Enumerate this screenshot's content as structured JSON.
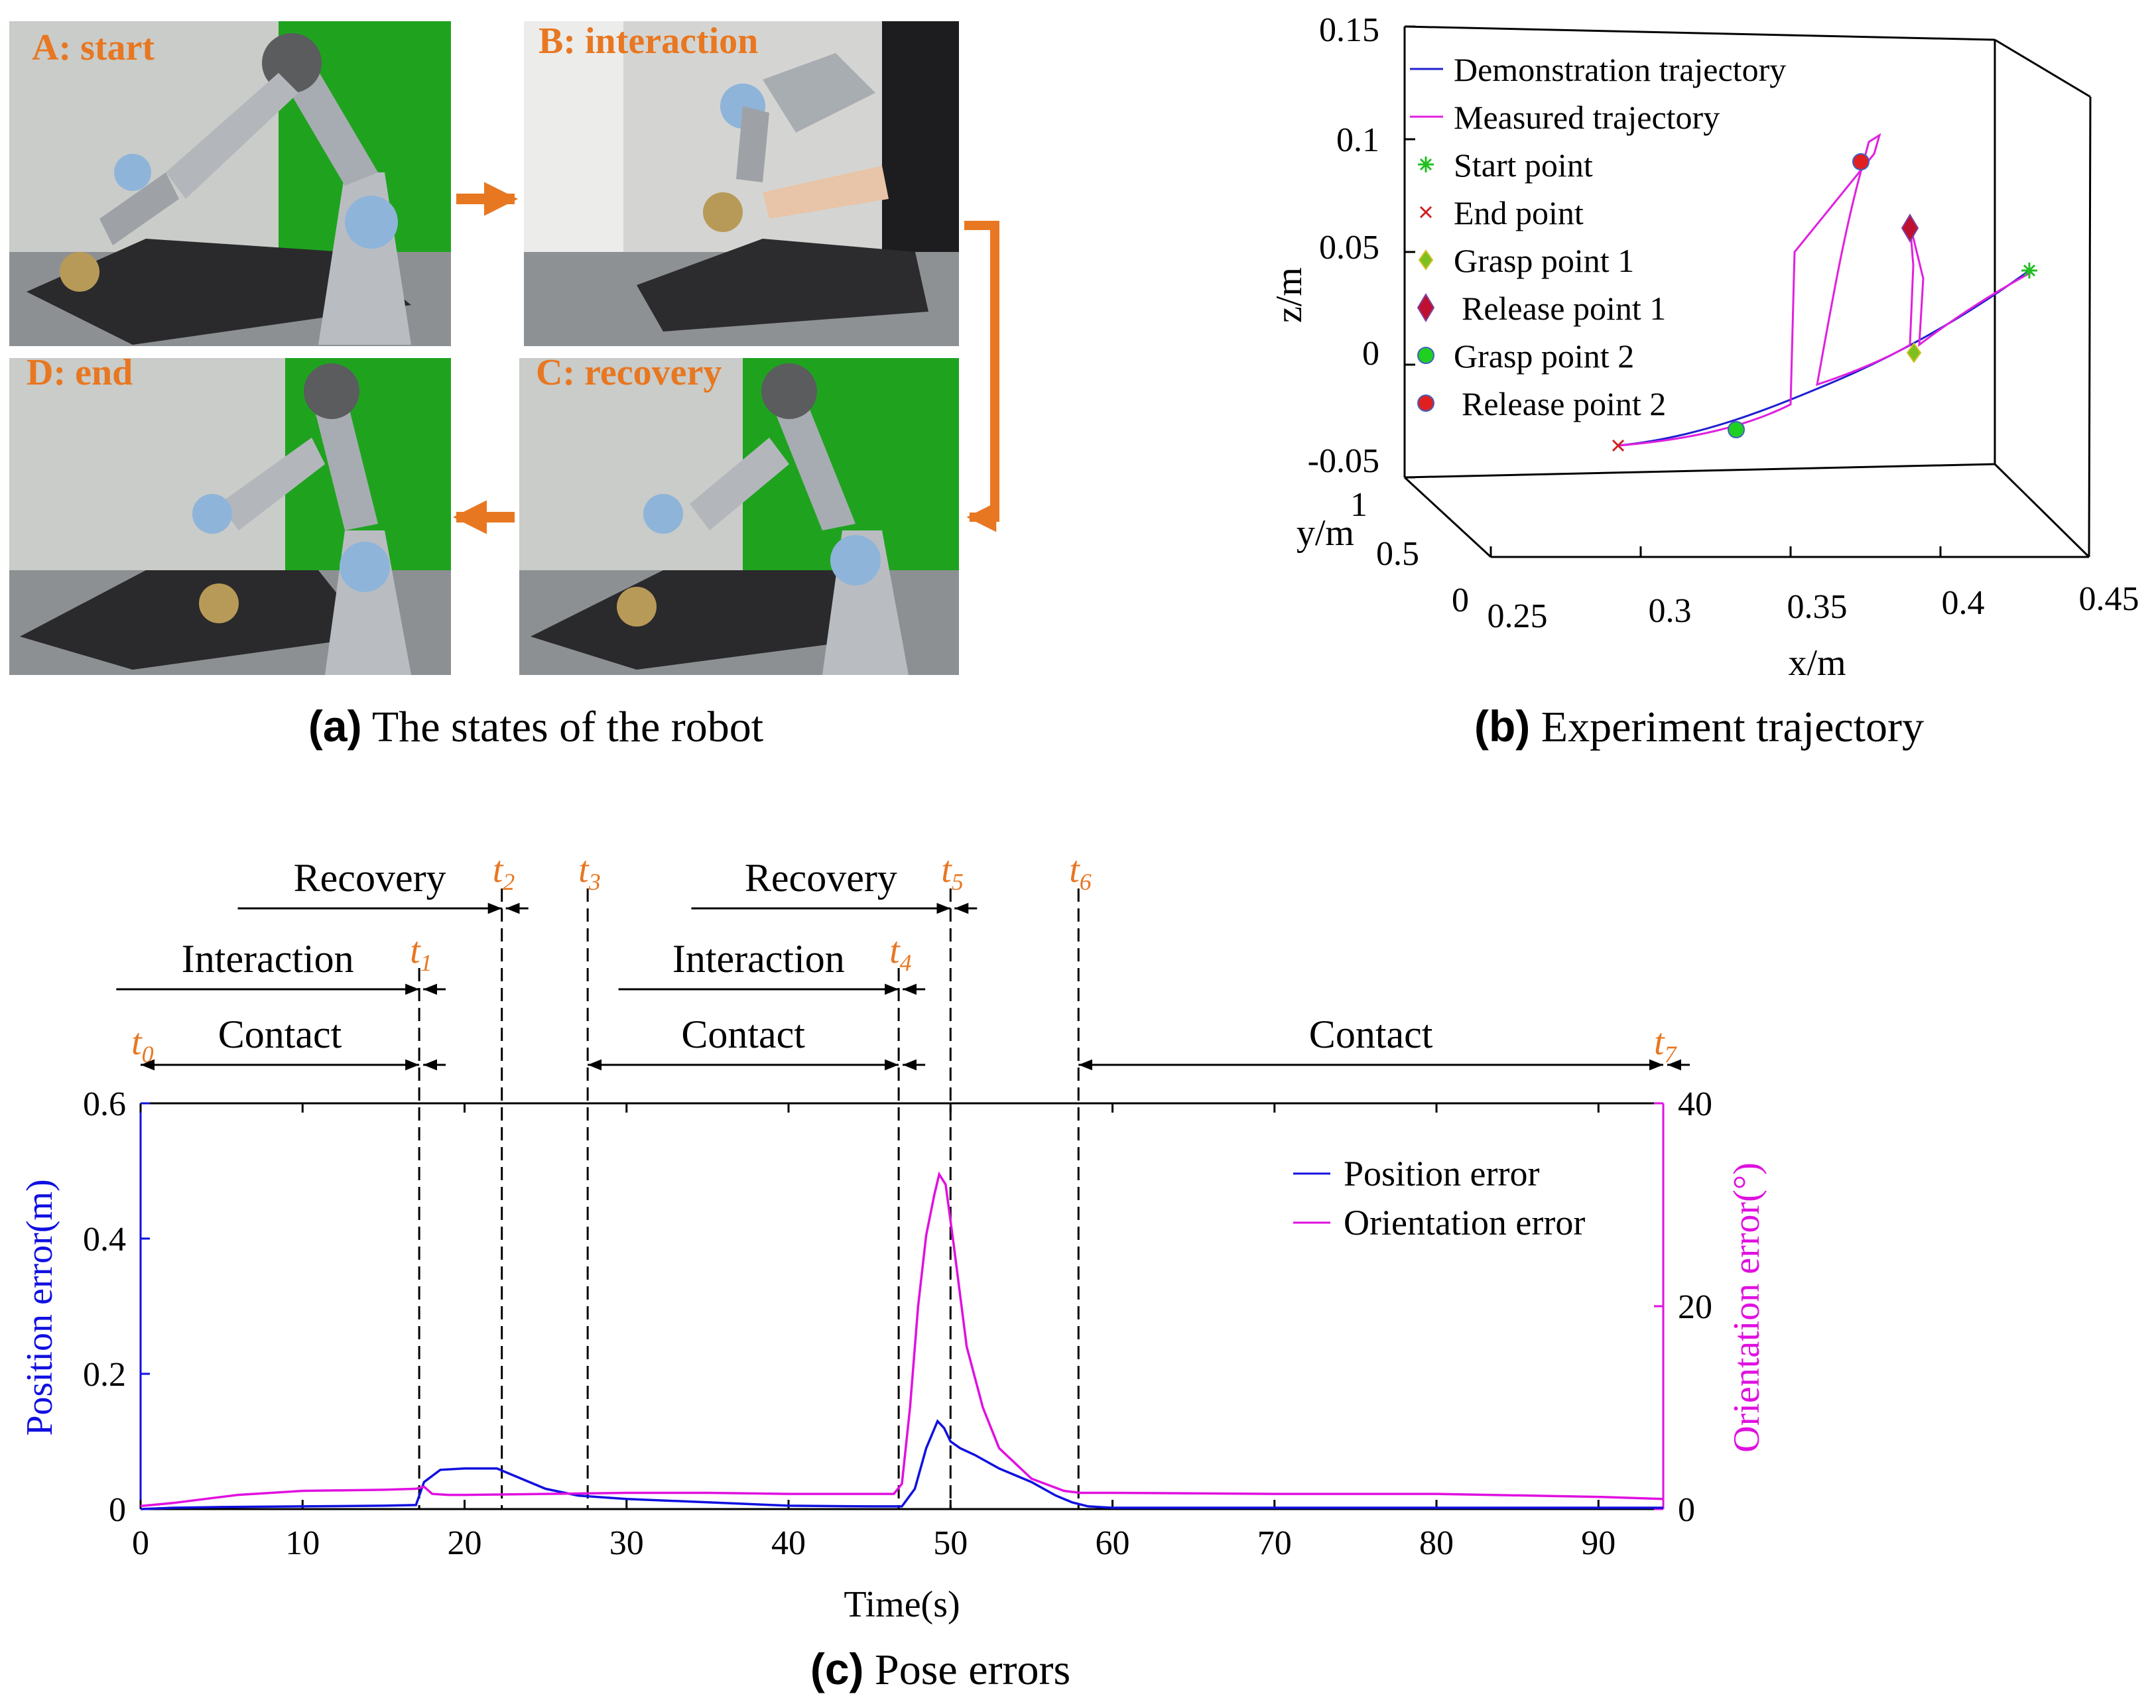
{
  "panel_a": {
    "caption_letter": "a",
    "caption_text": "The states of the robot",
    "photos": [
      {
        "key": "A",
        "label": "A: start"
      },
      {
        "key": "B",
        "label": "B: interaction"
      },
      {
        "key": "C",
        "label": "C: recovery"
      },
      {
        "key": "D",
        "label": "D: end"
      }
    ],
    "colors": {
      "label": "#E87722",
      "arrow": "#E87722",
      "green_screen": "#1FA31F"
    }
  },
  "chart_data": [
    {
      "id": "panel_b",
      "type": "line",
      "caption_letter": "b",
      "caption_text": "Experiment trajectory",
      "xlabel": "x/m",
      "ylabel": "y/m",
      "zlabel": "z/m",
      "x_ticks": [
        "0.25",
        "0.3",
        "0.35",
        "0.4",
        "0.45"
      ],
      "y_ticks": [
        "0",
        "0.5",
        "1"
      ],
      "z_ticks": [
        "0.15",
        "0.1",
        "0.05",
        "0",
        "-0.05"
      ],
      "xlim": [
        0.25,
        0.45
      ],
      "ylim": [
        0,
        1
      ],
      "zlim": [
        -0.05,
        0.15
      ],
      "legend": [
        {
          "label": "Demonstration trajectory",
          "marker": "line",
          "color": "#2020D0"
        },
        {
          "label": "Measured trajectory",
          "marker": "line",
          "color": "#E020E0"
        },
        {
          "label": "Start point",
          "marker": "asterisk",
          "color": "#20C020"
        },
        {
          "label": "End point",
          "marker": "x",
          "color": "#D02020"
        },
        {
          "label": "Grasp point 1",
          "marker": "diamond",
          "color": "#7CC020"
        },
        {
          "label": "Release  point 1",
          "marker": "diamond",
          "color": "#C01030"
        },
        {
          "label": "Grasp point 2",
          "marker": "circle",
          "color": "#20D020"
        },
        {
          "label": "Release  point 2",
          "marker": "circle",
          "color": "#E02020"
        }
      ]
    },
    {
      "id": "panel_c",
      "type": "line",
      "caption_letter": "c",
      "caption_text": "Pose errors",
      "xlabel": "Time(s)",
      "ylabel": "Position error(m)",
      "ylabel_right": "Orientation error(°)",
      "xlim": [
        0,
        94
      ],
      "ylim": [
        0,
        0.6
      ],
      "ylim_right": [
        0,
        40
      ],
      "x_ticks": [
        "0",
        "10",
        "20",
        "30",
        "40",
        "50",
        "60",
        "70",
        "80",
        "90"
      ],
      "y_ticks": [
        "0",
        "0.2",
        "0.4",
        "0.6"
      ],
      "y_ticks_right": [
        "0",
        "20",
        "40"
      ],
      "legend_placement": "top-right",
      "series": [
        {
          "name": "Position error",
          "axis": "left",
          "color": "#1010E0",
          "x": [
            0,
            2,
            5,
            10,
            15,
            17,
            17.5,
            18.5,
            20,
            22,
            23,
            25,
            27,
            30,
            35,
            40,
            45,
            47,
            47.8,
            48.5,
            49.2,
            49.6,
            50.0,
            50.6,
            51.5,
            53,
            55,
            56.5,
            57.5,
            58.5,
            60,
            70,
            80,
            90,
            94
          ],
          "y": [
            0.0,
            0.002,
            0.003,
            0.004,
            0.005,
            0.006,
            0.04,
            0.058,
            0.06,
            0.06,
            0.05,
            0.03,
            0.02,
            0.015,
            0.01,
            0.005,
            0.004,
            0.004,
            0.03,
            0.09,
            0.13,
            0.12,
            0.1,
            0.09,
            0.08,
            0.06,
            0.04,
            0.02,
            0.01,
            0.004,
            0.002,
            0.002,
            0.002,
            0.002,
            0.002
          ]
        },
        {
          "name": "Orientation error",
          "axis": "right",
          "color": "#E010E0",
          "x": [
            0,
            2,
            4,
            6,
            10,
            15,
            17,
            17.5,
            18,
            19,
            20,
            25,
            30,
            35,
            40,
            45,
            46.5,
            47,
            47.5,
            48,
            48.5,
            49,
            49.3,
            49.7,
            50.2,
            51,
            52,
            53,
            55,
            57,
            58,
            60,
            70,
            80,
            90,
            94
          ],
          "y": [
            0.3,
            0.6,
            1.0,
            1.4,
            1.8,
            1.9,
            2.0,
            2.2,
            1.5,
            1.4,
            1.4,
            1.5,
            1.6,
            1.6,
            1.5,
            1.5,
            1.5,
            2.5,
            10,
            20,
            27,
            31,
            33,
            32,
            26,
            16,
            10,
            6,
            3,
            1.8,
            1.6,
            1.6,
            1.5,
            1.5,
            1.2,
            1.0
          ]
        }
      ],
      "phase_markers": [
        {
          "label": "t",
          "sub": "0",
          "time": 0
        },
        {
          "label": "t",
          "sub": "1",
          "time": 17.2
        },
        {
          "label": "t",
          "sub": "2",
          "time": 22.3
        },
        {
          "label": "t",
          "sub": "3",
          "time": 27.6
        },
        {
          "label": "t",
          "sub": "4",
          "time": 46.8
        },
        {
          "label": "t",
          "sub": "5",
          "time": 50.0
        },
        {
          "label": "t",
          "sub": "6",
          "time": 57.9
        },
        {
          "label": "t",
          "sub": "7",
          "time": 94
        }
      ],
      "phases": [
        {
          "label": "Contact",
          "from": 0,
          "to": 17.2,
          "row": 1
        },
        {
          "label": "Interaction",
          "from": -1.5,
          "to": 17.2,
          "row": 2
        },
        {
          "label": "Recovery",
          "from": 6,
          "to": 22.3,
          "row": 3
        },
        {
          "label": "Contact",
          "from": 27.6,
          "to": 46.8,
          "row": 1
        },
        {
          "label": "Interaction",
          "from": 29.5,
          "to": 46.8,
          "row": 2
        },
        {
          "label": "Recovery",
          "from": 34,
          "to": 50.0,
          "row": 3
        },
        {
          "label": "Contact",
          "from": 57.9,
          "to": 94,
          "row": 1
        }
      ]
    }
  ]
}
